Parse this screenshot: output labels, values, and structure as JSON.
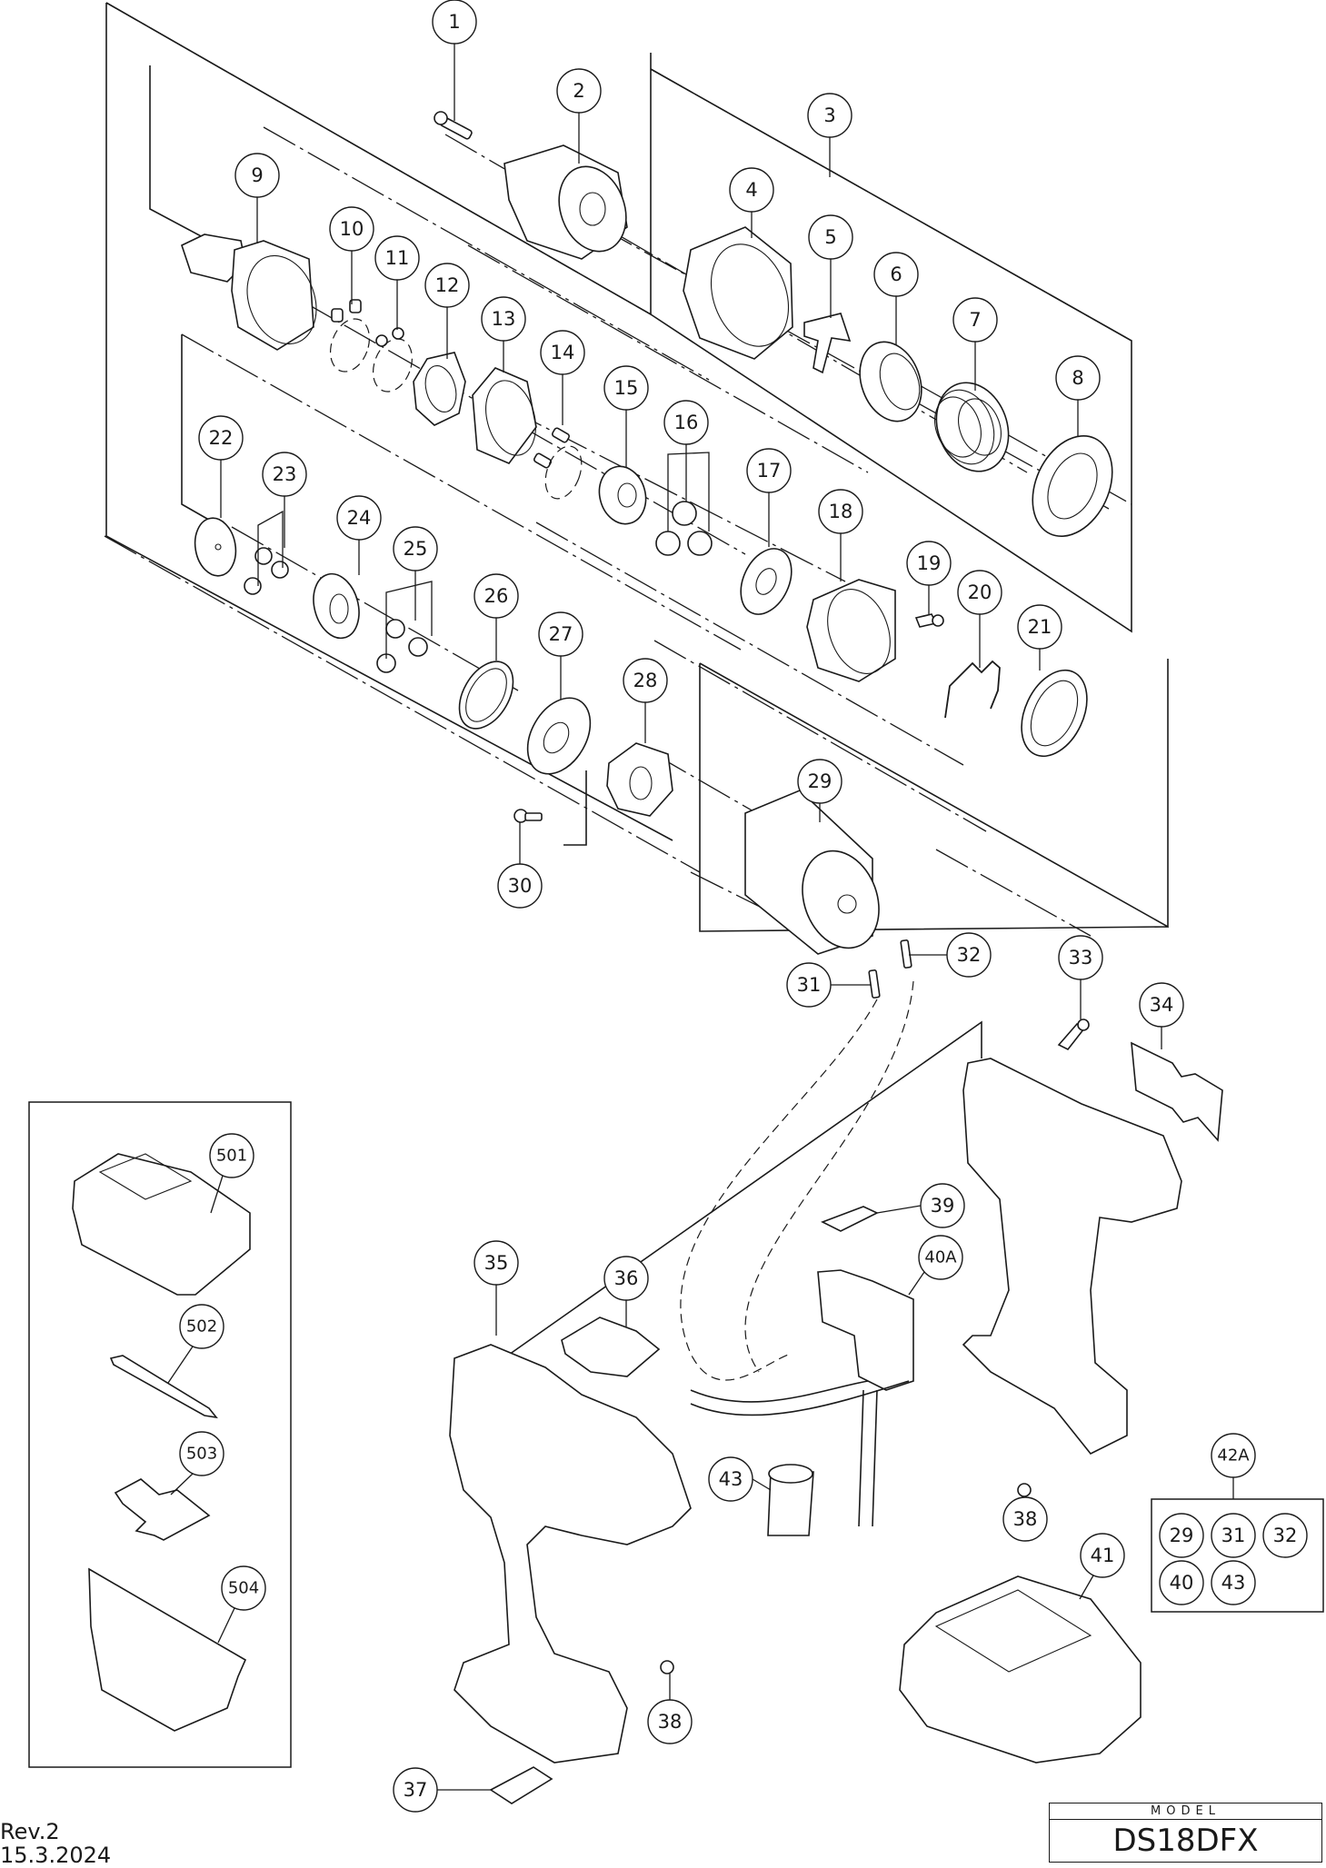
{
  "document": {
    "type": "exploded parts diagram",
    "revision": "Rev.2",
    "date": "15.3.2024",
    "model_label": "MODEL",
    "model": "DS18DFX"
  },
  "callouts": [
    {
      "id": "1",
      "label": "1",
      "group": "chuck"
    },
    {
      "id": "2",
      "label": "2",
      "group": "chuck"
    },
    {
      "id": "3",
      "label": "3",
      "group": "clutch-assembly"
    },
    {
      "id": "4",
      "label": "4",
      "group": "clutch-assembly"
    },
    {
      "id": "5",
      "label": "5",
      "group": "clutch-assembly"
    },
    {
      "id": "6",
      "label": "6",
      "group": "clutch-assembly"
    },
    {
      "id": "7",
      "label": "7",
      "group": "clutch-assembly"
    },
    {
      "id": "8",
      "label": "8",
      "group": "clutch-assembly"
    },
    {
      "id": "9",
      "label": "9",
      "group": "gear-case"
    },
    {
      "id": "10",
      "label": "10",
      "group": "gear-case"
    },
    {
      "id": "11",
      "label": "11",
      "group": "gear-case"
    },
    {
      "id": "12",
      "label": "12",
      "group": "gear-case"
    },
    {
      "id": "13",
      "label": "13",
      "group": "gear-case"
    },
    {
      "id": "14",
      "label": "14",
      "group": "gear-case"
    },
    {
      "id": "15",
      "label": "15",
      "group": "gear-case"
    },
    {
      "id": "16",
      "label": "16",
      "group": "gear-case"
    },
    {
      "id": "17",
      "label": "17",
      "group": "gear-case"
    },
    {
      "id": "18",
      "label": "18",
      "group": "gear-case"
    },
    {
      "id": "19",
      "label": "19",
      "group": "gear-case"
    },
    {
      "id": "20",
      "label": "20",
      "group": "gear-case"
    },
    {
      "id": "21",
      "label": "21",
      "group": "gear-case"
    },
    {
      "id": "22",
      "label": "22",
      "group": "planetary"
    },
    {
      "id": "23",
      "label": "23",
      "group": "planetary"
    },
    {
      "id": "24",
      "label": "24",
      "group": "planetary"
    },
    {
      "id": "25",
      "label": "25",
      "group": "planetary"
    },
    {
      "id": "26",
      "label": "26",
      "group": "planetary"
    },
    {
      "id": "27",
      "label": "27",
      "group": "planetary"
    },
    {
      "id": "28",
      "label": "28",
      "group": "planetary"
    },
    {
      "id": "29",
      "label": "29",
      "group": "motor"
    },
    {
      "id": "30",
      "label": "30",
      "group": "planetary"
    },
    {
      "id": "31",
      "label": "31",
      "group": "motor"
    },
    {
      "id": "32",
      "label": "32",
      "group": "motor"
    },
    {
      "id": "33",
      "label": "33",
      "group": "housing"
    },
    {
      "id": "34",
      "label": "34",
      "group": "housing"
    },
    {
      "id": "35",
      "label": "35",
      "group": "housing"
    },
    {
      "id": "36",
      "label": "36",
      "group": "housing"
    },
    {
      "id": "37",
      "label": "37",
      "group": "housing"
    },
    {
      "id": "38a",
      "label": "38",
      "group": "housing"
    },
    {
      "id": "38b",
      "label": "38",
      "group": "housing"
    },
    {
      "id": "39",
      "label": "39",
      "group": "switch"
    },
    {
      "id": "40A",
      "label": "40A",
      "group": "switch"
    },
    {
      "id": "41",
      "label": "41",
      "group": "battery"
    },
    {
      "id": "42A",
      "label": "42A",
      "group": "kit"
    },
    {
      "id": "43",
      "label": "43",
      "group": "switch"
    },
    {
      "id": "501",
      "label": "501",
      "group": "accessories"
    },
    {
      "id": "502",
      "label": "502",
      "group": "accessories"
    },
    {
      "id": "503",
      "label": "503",
      "group": "accessories"
    },
    {
      "id": "504",
      "label": "504",
      "group": "accessories"
    }
  ],
  "kit_42A": {
    "label": "42A",
    "contents": [
      "29",
      "31",
      "32",
      "40",
      "43"
    ]
  },
  "accessories_box": {
    "items": [
      "501",
      "502",
      "503",
      "504"
    ]
  }
}
